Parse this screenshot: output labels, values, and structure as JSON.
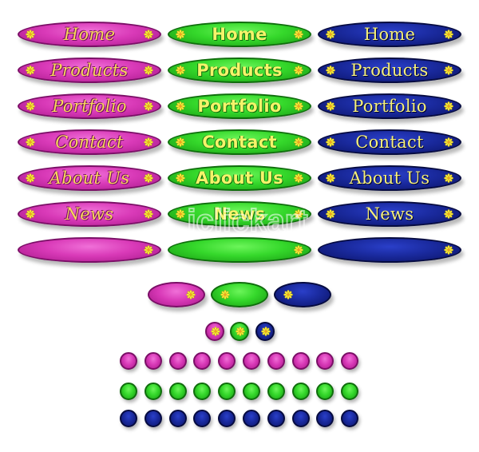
{
  "buttons": {
    "labels": [
      "Home",
      "Products",
      "Portfolio",
      "Contact",
      "About Us",
      "News"
    ]
  },
  "colors": {
    "pink": "#d93ab8",
    "green": "#35d82b",
    "blue": "#1a2a9e",
    "label_yellow": "#f5f36a",
    "flower_yellow": "#f6e83a"
  },
  "icons": {
    "flower": "flower-icon"
  },
  "watermark": "iclickart"
}
